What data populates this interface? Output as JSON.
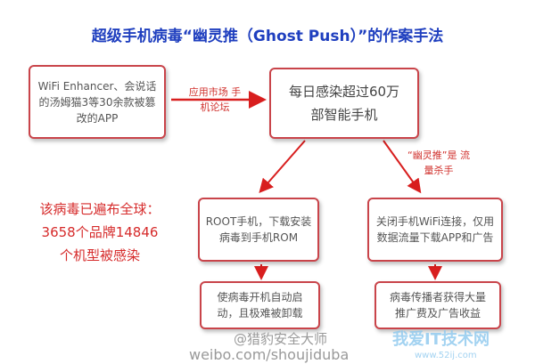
{
  "title": "超级手机病毒“幽灵推（Ghost Push）”的作案手法",
  "nodes": {
    "source": "WiFi Enhancer、会说话的汤姆猫3等30余款被篡改的APP",
    "infected": "每日感染超过60万部智能手机",
    "root": "ROOT手机，下载安装病毒到手机ROM",
    "wifi": "关闭手机WiFi连接，仅用数据流量下载APP和广告",
    "autostart": "使病毒开机自动启动，且极难被卸载",
    "profit": "病毒传播者获得大量推广费及广告收益"
  },
  "edge_labels": {
    "channel": "应用市场 手机论坛",
    "traffic": "“幽灵推”是 流量杀手"
  },
  "stat_text": "该病毒已遍布全球：3658个品牌14846个机型被感染",
  "watermarks": {
    "weibo_handle": "@猎豹安全大师",
    "weibo_url": "weibo.com/shoujiduba",
    "site": "我爱IT技术网",
    "site_url": "www.52ij.com"
  },
  "colors": {
    "arrow": "#d81e1e",
    "title": "#1f3fbf",
    "border": "#c9444a"
  }
}
